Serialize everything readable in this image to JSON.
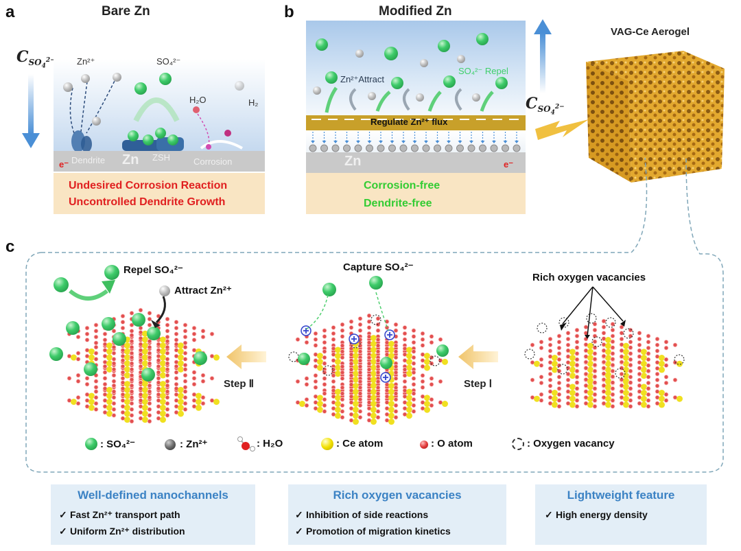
{
  "panel_a": {
    "letter": "a",
    "title": "Bare Zn",
    "gradient_symbol": "C",
    "gradient_subscript": "SO42−",
    "zn_ion": "Zn²⁺",
    "sulfate": "SO₄²⁻",
    "water": "H₂O",
    "hydrogen": "H₂",
    "dendrite": "Dendrite",
    "zn": "Zn",
    "zsh": "ZSH",
    "corrosion": "Corrosion",
    "electron": "e⁻",
    "issue1": "Undesired Corrosion Reaction",
    "issue2": "Uncontrolled Dendrite Growth"
  },
  "panel_b": {
    "letter": "b",
    "title": "Modified Zn",
    "attract": "Zn²⁺Attract",
    "repel": "SO₄²⁻ Repel",
    "flux": "Regulate Zn²⁺ flux",
    "zn": "Zn",
    "electron": "e⁻",
    "benefit1": "Corrosion-free",
    "benefit2": "Dendrite-free",
    "gradient_symbol": "C",
    "gradient_subscript": "SO42−"
  },
  "aerogel": {
    "title": "VAG-Ce Aerogel"
  },
  "panel_c": {
    "letter": "c",
    "repel": "Repel SO₄²⁻",
    "attract": "Attract Zn²⁺",
    "capture": "Capture SO₄²⁻",
    "vacancies": "Rich oxygen vacancies",
    "step2": "Step Ⅱ",
    "step1": "Step Ⅰ",
    "legend": [
      {
        "symbol": "sulfate-ball",
        "label": ": SO₄²⁻"
      },
      {
        "symbol": "zinc-ball",
        "label": ": Zn²⁺"
      },
      {
        "symbol": "water-molecule",
        "label": ": H₂O"
      },
      {
        "symbol": "ce-ball",
        "label": ": Ce atom"
      },
      {
        "symbol": "o-ball",
        "label": ": O atom"
      },
      {
        "symbol": "vacancy-circle",
        "label": ": Oxygen vacancy"
      }
    ]
  },
  "features": [
    {
      "title": "Well-defined nanochannels",
      "items": [
        "Fast Zn²⁺ transport path",
        "Uniform Zn²⁺ distribution"
      ]
    },
    {
      "title": "Rich oxygen vacancies",
      "items": [
        "Inhibition of side reactions",
        "Promotion of migration kinetics"
      ]
    },
    {
      "title": "Lightweight feature",
      "items": [
        "High energy density"
      ]
    }
  ],
  "check_mark": "✓",
  "colors": {
    "sulfate": "#2fbf5a",
    "zinc": "#9a9a9a",
    "ce": "#f2e000",
    "oxygen": "#e23b3b",
    "flux_band": "#c8a02a",
    "feature_title": "#3b82c4",
    "issue_text": "#e02020",
    "benefit_text": "#33cc33"
  }
}
